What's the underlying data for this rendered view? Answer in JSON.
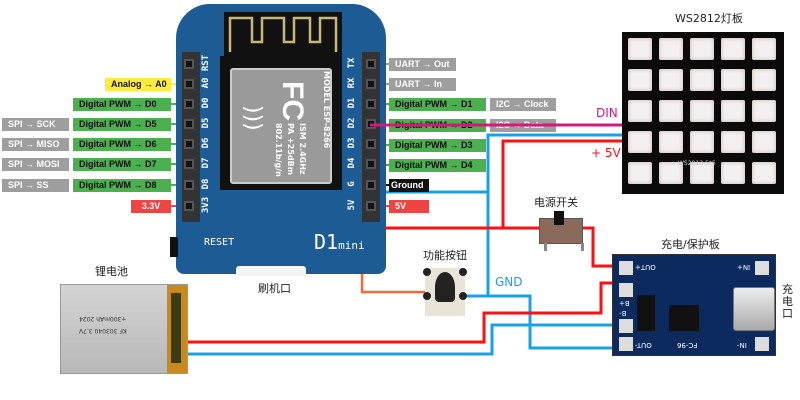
{
  "board": {
    "name_main": "D1",
    "name_sub": "mini",
    "reset_label": "RESET",
    "module": {
      "brand": "FC",
      "line1": "MODEL  ESP-8266",
      "line2": "ISM 2.4GHz",
      "line3": "PA +25dBm",
      "line4": "802.11b/g/n"
    },
    "left_pins": [
      "RST",
      "A0",
      "D0",
      "D5",
      "D6",
      "D7",
      "D8",
      "3V3"
    ],
    "right_pins": [
      "TX",
      "RX",
      "D1",
      "D2",
      "D3",
      "D4",
      "G",
      "5V"
    ],
    "usb_caption": "刷机口"
  },
  "left_labels": [
    {
      "pin": "A0",
      "primary": "Analog → A0",
      "primary_color": "yellow"
    },
    {
      "pin": "D0",
      "primary": "Digital PWM → D0",
      "primary_color": "green"
    },
    {
      "pin": "D5",
      "primary": "Digital PWM → D5",
      "primary_color": "green",
      "secondary": "SPI → SCK"
    },
    {
      "pin": "D6",
      "primary": "Digital PWM → D6",
      "primary_color": "green",
      "secondary": "SPI → MISO"
    },
    {
      "pin": "D7",
      "primary": "Digital PWM → D7",
      "primary_color": "green",
      "secondary": "SPI → MOSI"
    },
    {
      "pin": "D8",
      "primary": "Digital PWM → D8",
      "primary_color": "green",
      "secondary": "SPI → SS"
    },
    {
      "pin": "3V3",
      "primary": "3.3V",
      "primary_color": "red"
    }
  ],
  "right_labels": [
    {
      "pin": "TX",
      "primary": "UART → Out",
      "primary_color": "gray"
    },
    {
      "pin": "RX",
      "primary": "UART → In",
      "primary_color": "gray"
    },
    {
      "pin": "D1",
      "primary": "Digital PWM → D1",
      "primary_color": "green",
      "secondary": "I2C → Clock"
    },
    {
      "pin": "D2",
      "primary": "Digital PWM → D2",
      "primary_color": "green",
      "secondary": "I2C → Data"
    },
    {
      "pin": "D3",
      "primary": "Digital PWM → D3",
      "primary_color": "green"
    },
    {
      "pin": "D4",
      "primary": "Digital PWM → D4",
      "primary_color": "green"
    },
    {
      "pin": "G",
      "primary": "Ground",
      "primary_color": "black"
    },
    {
      "pin": "5V",
      "primary": "5V",
      "primary_color": "red"
    }
  ],
  "led_matrix": {
    "title": "WS2812灯板",
    "silk": "WS2812-5*5",
    "rows": 5,
    "cols": 5
  },
  "wires": {
    "din_label": "DIN",
    "plus5v_label": "+ 5V",
    "gnd_label": "GND"
  },
  "switch": {
    "label": "电源开关"
  },
  "button": {
    "label": "功能按钮"
  },
  "battery": {
    "label": "锂电池",
    "print1": "+300mAh  2024",
    "print2": "KF 303040  3.7V"
  },
  "charger": {
    "label": "充电/保护板",
    "port_label": "充电口",
    "pads": [
      "OUT+",
      "B+",
      "B-",
      "OUT-",
      "IN+",
      "IN-"
    ],
    "silk": "FC-96"
  },
  "colors": {
    "board_blue": "#1d5b94",
    "wire_red": "#ff1010",
    "wire_blue": "#1aa0e6",
    "wire_magenta": "#d6187c",
    "wire_orange": "#f06a3a",
    "label_green": "#4caf50",
    "label_gray": "#9e9e9e",
    "label_yellow": "#ffeb3b",
    "label_red": "#ef4444"
  }
}
